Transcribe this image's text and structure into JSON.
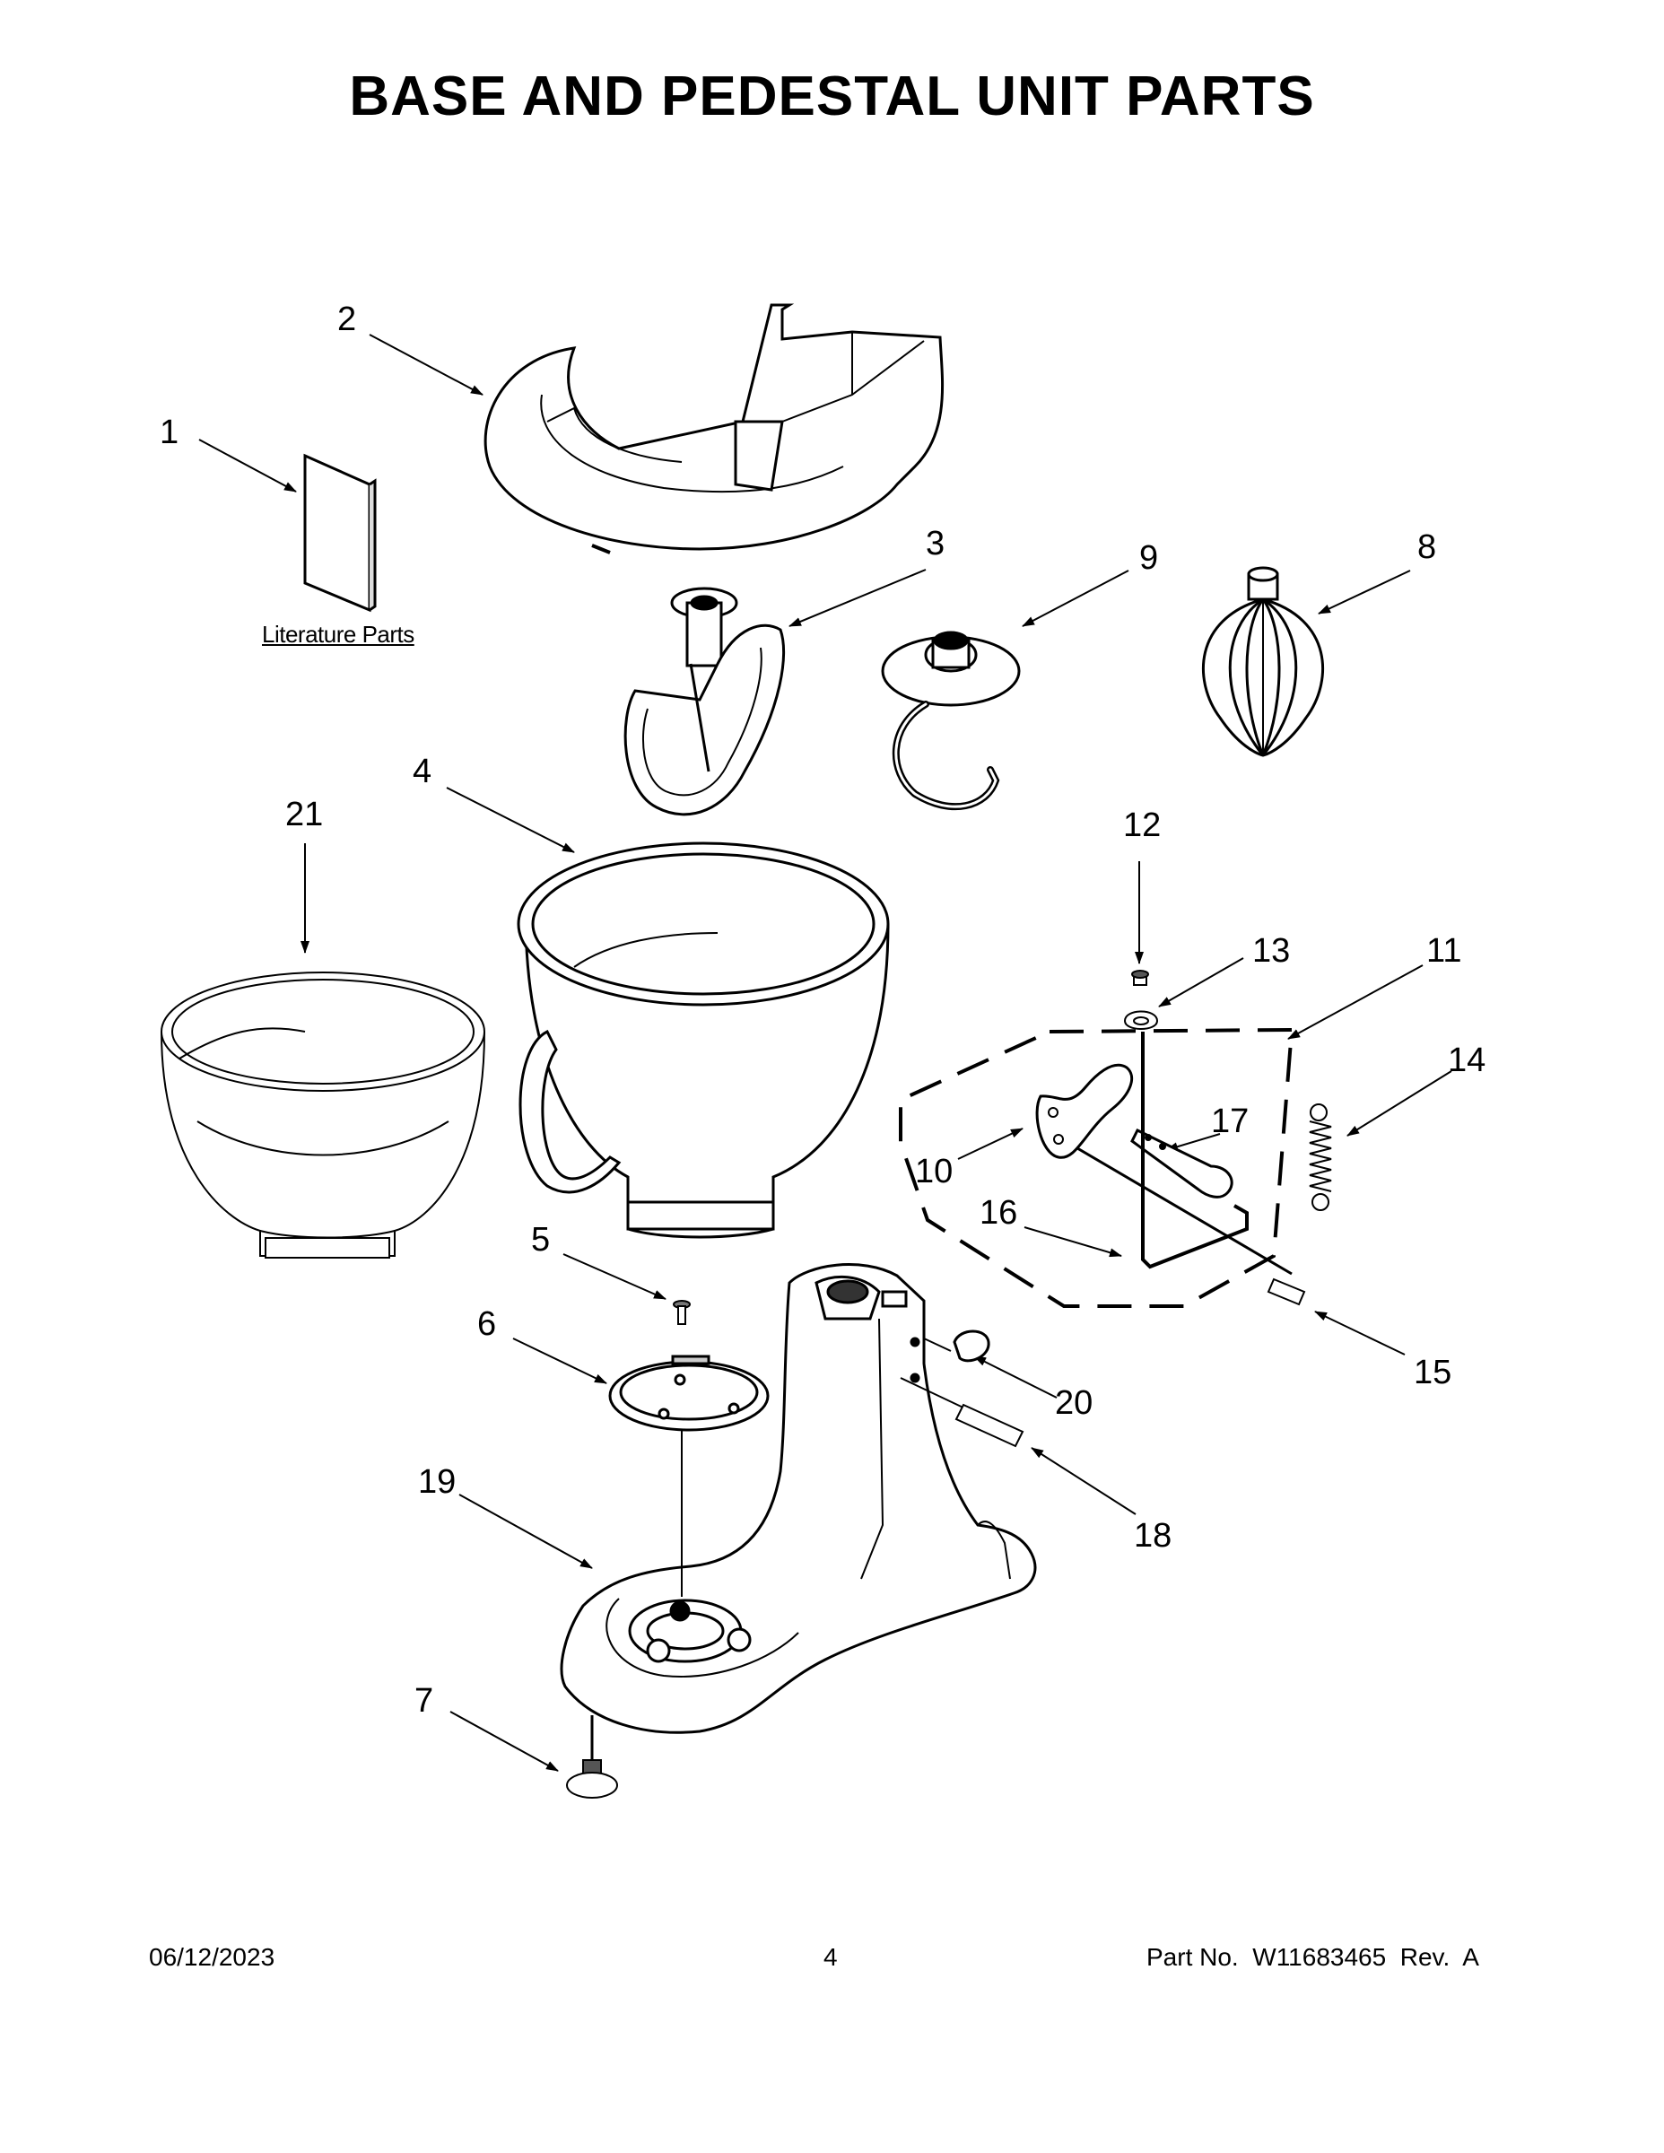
{
  "title": "BASE AND PEDESTAL UNIT PARTS",
  "literature_label": "Literature Parts",
  "callouts": {
    "c1": "1",
    "c2": "2",
    "c3": "3",
    "c4": "4",
    "c5": "5",
    "c6": "6",
    "c7": "7",
    "c8": "8",
    "c9": "9",
    "c10": "10",
    "c11": "11",
    "c12": "12",
    "c13": "13",
    "c14": "14",
    "c15": "15",
    "c16": "16",
    "c17": "17",
    "c18": "18",
    "c19": "19",
    "c20": "20",
    "c21": "21"
  },
  "footer": {
    "date": "06/12/2023",
    "page": "4",
    "part_no": "Part No.  W11683465  Rev.  A"
  }
}
